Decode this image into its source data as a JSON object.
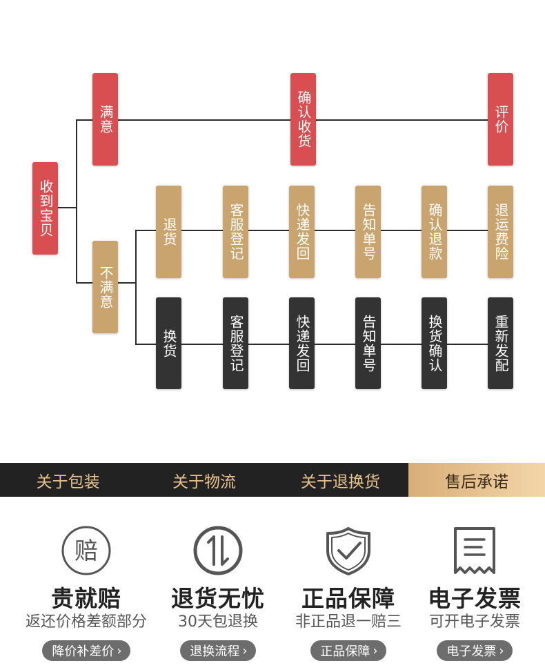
{
  "flow": {
    "start": "收到宝贝",
    "satisfied": "满意",
    "confirm_receipt": "确认收货",
    "review": "评价",
    "unsatisfied": "不满意",
    "return_row": [
      "退货",
      "客服登记",
      "快递发回",
      "告知单号",
      "确认退款",
      "退运费险"
    ],
    "exchange_row": [
      "换货",
      "客服登记",
      "快递发回",
      "告知单号",
      "换货确认",
      "重新发配"
    ]
  },
  "tabs": [
    "关于包装",
    "关于物流",
    "关于退换货",
    "售后承诺"
  ],
  "active_tab": "售后承诺",
  "guarantees": [
    {
      "icon": "compensation-icon",
      "icon_char": "赔",
      "title": "贵就赔",
      "subtitle": "返还价格差额部分",
      "button": "降价补差价"
    },
    {
      "icon": "return-arrows-icon",
      "title": "退货无忧",
      "subtitle": "30天包退换",
      "button": "退换流程"
    },
    {
      "icon": "shield-check-icon",
      "title": "正品保障",
      "subtitle": "非正品退一赔三",
      "button": "正品保障"
    },
    {
      "icon": "receipt-icon",
      "title": "电子发票",
      "subtitle": "可开电子发票",
      "button": "电子发票"
    }
  ],
  "colors": {
    "red": "#d94e50",
    "tan": "#c9a46e",
    "dark": "#333333",
    "tab_bar": "#222222",
    "tab_text": "#e8c28d",
    "active_tab_start": "#d8ad77",
    "active_tab_end": "#f3d6a9"
  }
}
